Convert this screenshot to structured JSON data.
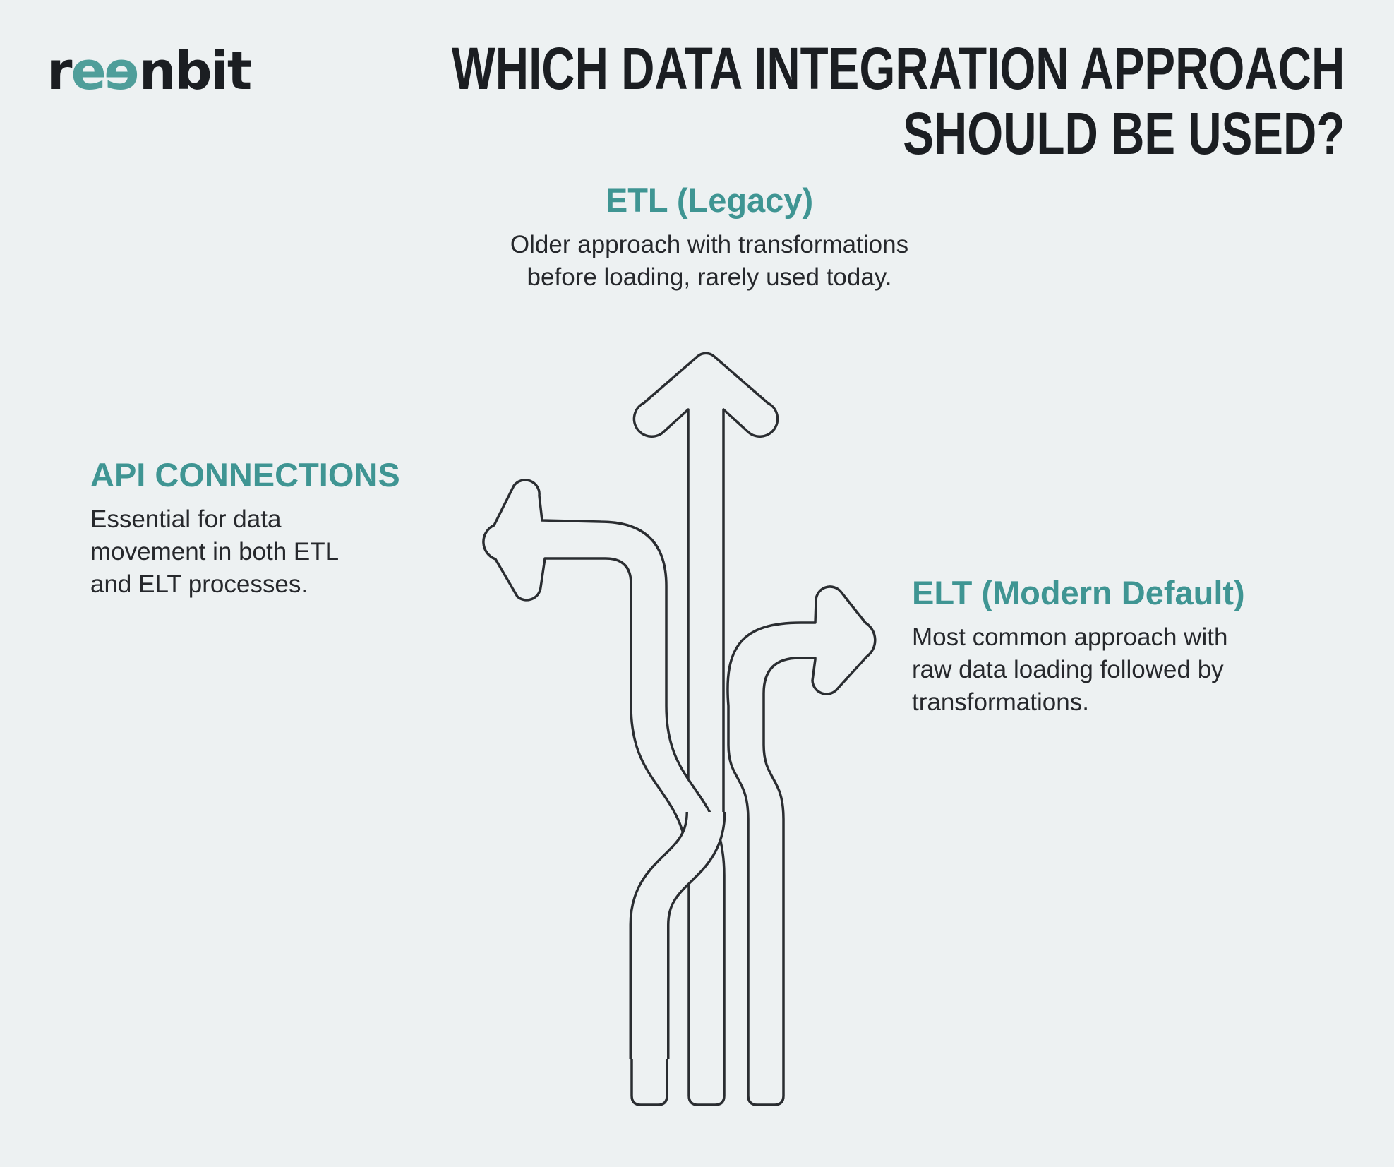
{
  "logo": {
    "r": "r",
    "e1": "e",
    "e2": "e",
    "rest": "nbit"
  },
  "title": {
    "line1": "WHICH DATA INTEGRATION APPROACH",
    "line2": "SHOULD BE USED?"
  },
  "sections": {
    "etl": {
      "heading": "ETL (Legacy)",
      "lines": [
        "Older approach with transformations",
        "before loading, rarely used today."
      ]
    },
    "api": {
      "heading": "API CONNECTIONS",
      "lines": [
        "Essential for data",
        "movement in both ETL",
        "and ELT processes."
      ]
    },
    "elt": {
      "heading": "ELT (Modern Default)",
      "lines": [
        "Most common approach with",
        "raw data loading followed by",
        "transformations."
      ]
    }
  },
  "colors": {
    "bg": "#edf1f2",
    "ink": "#1b1e22",
    "text": "#26282c",
    "accent": "#3f9593",
    "logoAccent": "#4f9e9a",
    "outline": "#2a2d31"
  }
}
